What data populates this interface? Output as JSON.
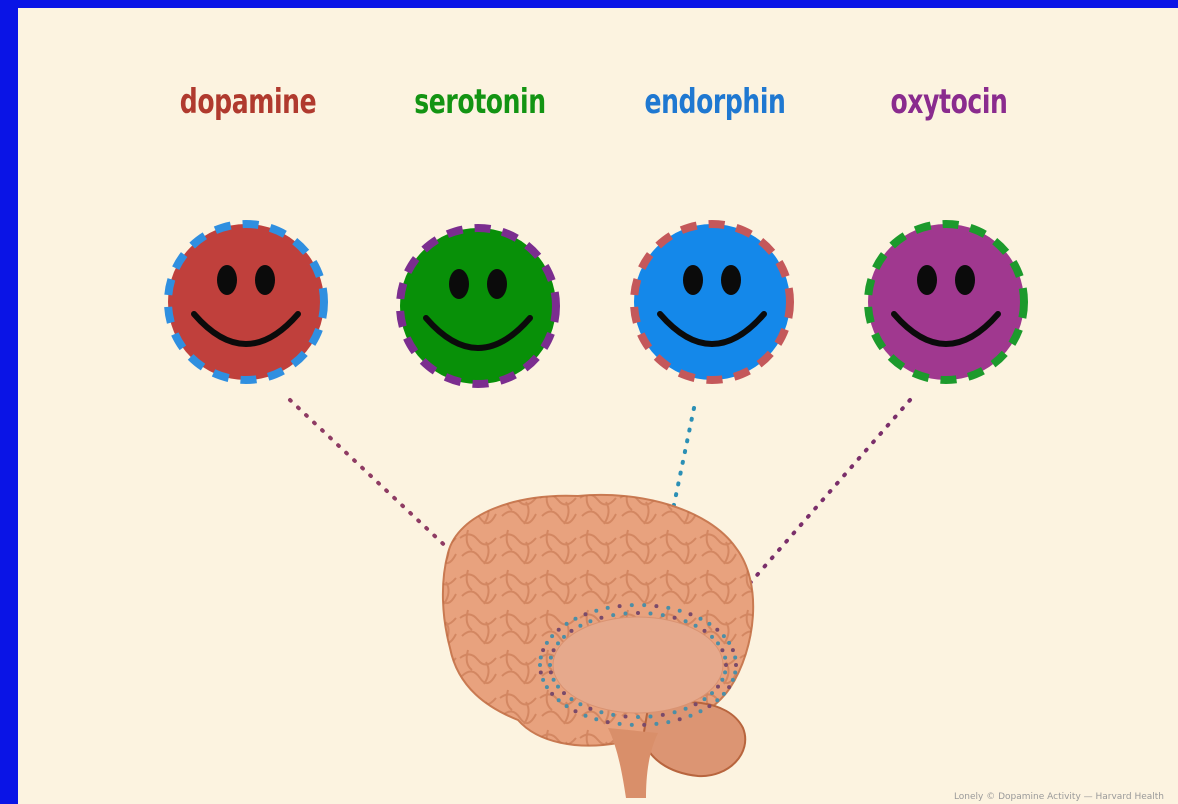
{
  "labels": [
    {
      "text": "dopamine",
      "color": "#b03a2e"
    },
    {
      "text": "serotonin",
      "color": "#139413"
    },
    {
      "text": "endorphin",
      "color": "#1f78d1"
    },
    {
      "text": "oxytocin",
      "color": "#8a2b8e"
    }
  ],
  "faces": [
    {
      "fill": "#c0403c",
      "border": "#2f8fe0",
      "connector": "#8e3b63"
    },
    {
      "fill": "#089008",
      "border": "#7b2d8f",
      "connector": null
    },
    {
      "fill": "#1488ea",
      "border": "#c4585a",
      "connector": "#2b8fb5"
    },
    {
      "fill": "#a0388f",
      "border": "#1c9a2c",
      "connector": "#7a2e6a"
    }
  ],
  "colors": {
    "background": "#fcf3e0",
    "border": "#0a14e6",
    "brain": "#e8a27e",
    "brain_region": "#e6a98c",
    "region_dots": "#4c8ea6"
  },
  "credit": "Lonely © Dopamine Activity — Harvard Health"
}
